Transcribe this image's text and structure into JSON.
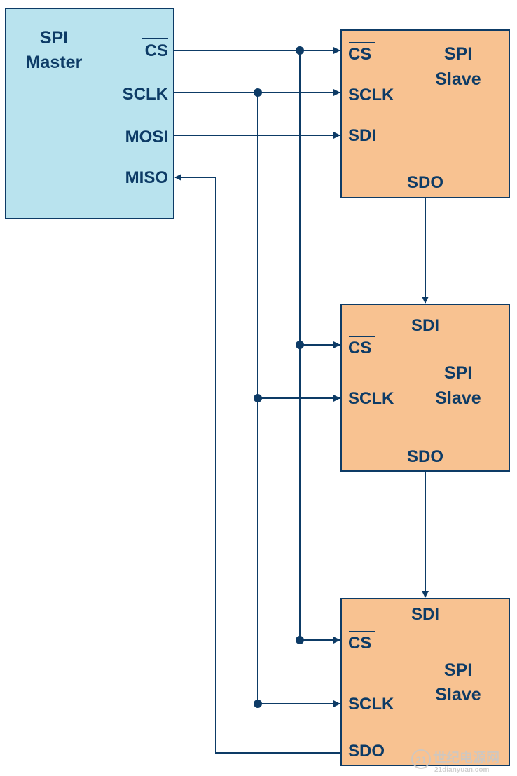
{
  "master": {
    "title_line1": "SPI",
    "title_line2": "Master",
    "pins": {
      "cs": "CS",
      "sclk": "SCLK",
      "mosi": "MOSI",
      "miso": "MISO"
    }
  },
  "slaves": [
    {
      "title_line1": "SPI",
      "title_line2": "Slave",
      "pins": {
        "cs": "CS",
        "sclk": "SCLK",
        "sdi": "SDI",
        "sdo": "SDO"
      }
    },
    {
      "title_line1": "SPI",
      "title_line2": "Slave",
      "pins": {
        "sdi": "SDI",
        "cs": "CS",
        "sclk": "SCLK",
        "sdo": "SDO"
      }
    },
    {
      "title_line1": "SPI",
      "title_line2": "Slave",
      "pins": {
        "sdi": "SDI",
        "cs": "CS",
        "sclk": "SCLK",
        "sdo": "SDO"
      }
    }
  ],
  "watermark": {
    "logo_text": "21",
    "site_cn": "世纪电源网",
    "site_url": "21dianyuan.com"
  },
  "colors": {
    "line": "#0d3b66",
    "master_fill": "#b9e3ee",
    "slave_fill": "#f8c291"
  }
}
